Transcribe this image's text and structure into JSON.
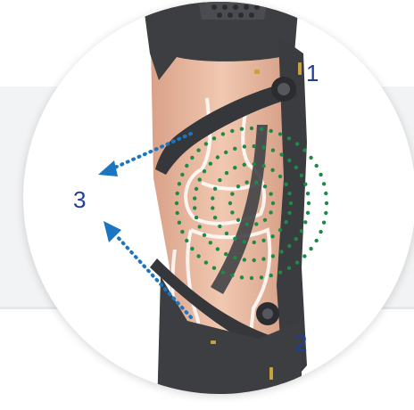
{
  "image_description_labels": {
    "strap_1": "1",
    "strap_2": "2",
    "rotation": "3"
  },
  "colors": {
    "label_blue": "#1f3f9a",
    "arrow_blue": "#1b75c0",
    "dot_green": "#1f8a48",
    "brace_dark": "#3c3e42",
    "skin": "#e8b79d"
  },
  "icons": {
    "rotation_arrows": "dotted-arrow-icon",
    "knee_focus": "dotted-rings-icon"
  }
}
